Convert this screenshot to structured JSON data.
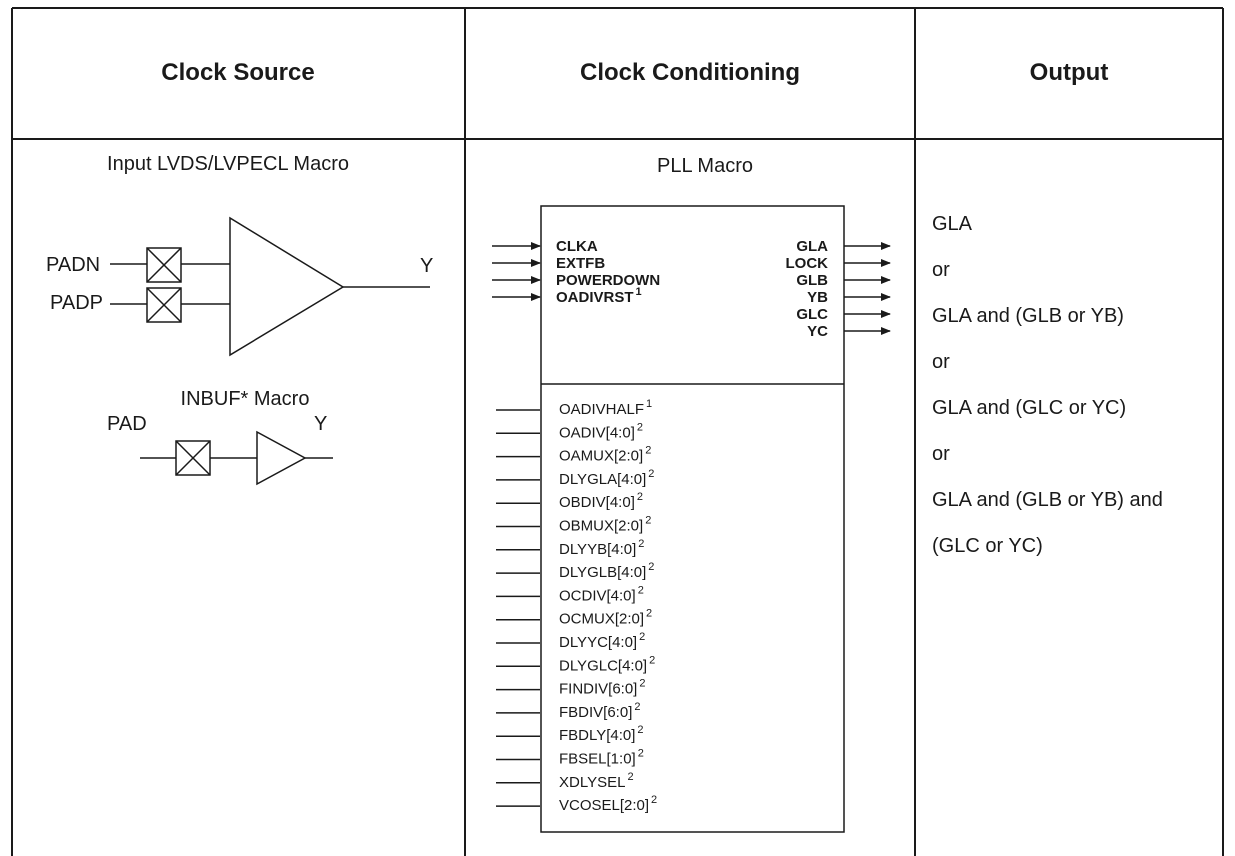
{
  "headers": [
    "Clock Source",
    "Clock Conditioning",
    "Output"
  ],
  "clock_source": {
    "lvds_title": "Input LVDS/LVPECL Macro",
    "padn": "PADN",
    "padp": "PADP",
    "lvds_out": "Y",
    "inbuf_title": "INBUF* Macro",
    "pad": "PAD",
    "inbuf_out": "Y"
  },
  "pll": {
    "title": "PLL Macro",
    "inputs": [
      {
        "name": "CLKA",
        "sup": ""
      },
      {
        "name": "EXTFB",
        "sup": ""
      },
      {
        "name": "POWERDOWN",
        "sup": ""
      },
      {
        "name": "OADIVRST",
        "sup": "1"
      }
    ],
    "outputs": [
      "GLA",
      "LOCK",
      "GLB",
      "YB",
      "GLC",
      "YC"
    ],
    "config": [
      {
        "name": "OADIVHALF",
        "sup": "1"
      },
      {
        "name": "OADIV[4:0]",
        "sup": "2"
      },
      {
        "name": "OAMUX[2:0]",
        "sup": "2"
      },
      {
        "name": "DLYGLA[4:0]",
        "sup": "2"
      },
      {
        "name": "OBDIV[4:0]",
        "sup": "2"
      },
      {
        "name": "OBMUX[2:0]",
        "sup": "2"
      },
      {
        "name": "DLYYB[4:0]",
        "sup": "2"
      },
      {
        "name": "DLYGLB[4:0]",
        "sup": "2"
      },
      {
        "name": "OCDIV[4:0]",
        "sup": "2"
      },
      {
        "name": "OCMUX[2:0]",
        "sup": "2"
      },
      {
        "name": "DLYYC[4:0]",
        "sup": "2"
      },
      {
        "name": "DLYGLC[4:0]",
        "sup": "2"
      },
      {
        "name": "FINDIV[6:0]",
        "sup": "2"
      },
      {
        "name": "FBDIV[6:0]",
        "sup": "2"
      },
      {
        "name": "FBDLY[4:0]",
        "sup": "2"
      },
      {
        "name": "FBSEL[1:0]",
        "sup": "2"
      },
      {
        "name": "XDLYSEL",
        "sup": "2"
      },
      {
        "name": "VCOSEL[2:0]",
        "sup": "2"
      }
    ]
  },
  "output_lines": [
    "GLA",
    "or",
    "GLA and (GLB or YB)",
    "or",
    "GLA and (GLC or YC)",
    "or",
    "GLA and (GLB or YB) and",
    "(GLC or YC)"
  ]
}
